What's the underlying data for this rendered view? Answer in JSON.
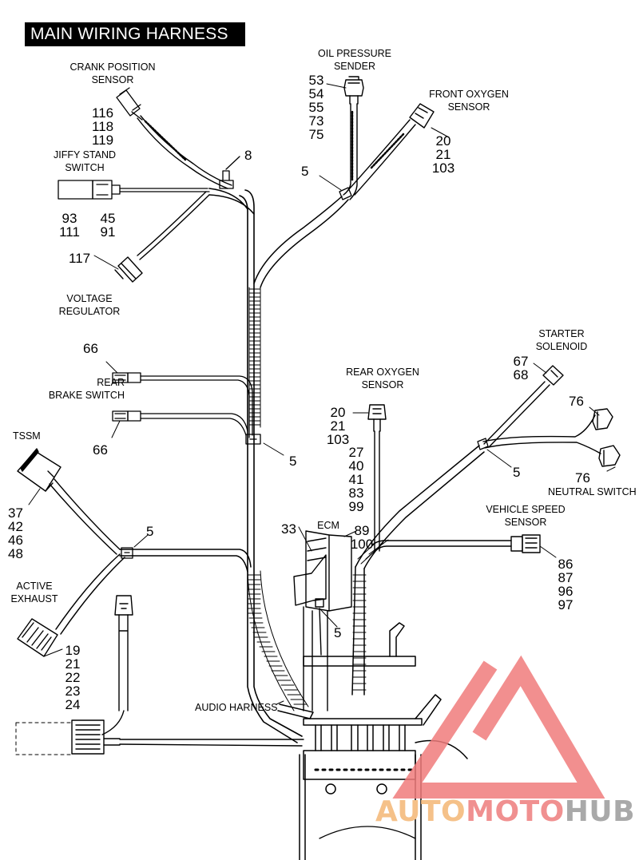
{
  "title": "MAIN WIRING HARNESS",
  "labels": {
    "crank_position_sensor": [
      "CRANK POSITION",
      "SENSOR"
    ],
    "oil_pressure_sender": [
      "OIL PRESSURE",
      "SENDER"
    ],
    "front_oxygen_sensor": [
      "FRONT OXYGEN",
      "SENSOR"
    ],
    "jiffy_stand_switch": [
      "JIFFY STAND",
      "SWITCH"
    ],
    "voltage_regulator": [
      "VOLTAGE",
      "REGULATOR"
    ],
    "rear_brake_switch": [
      "REAR",
      "BRAKE SWITCH"
    ],
    "starter_solenoid": [
      "STARTER",
      "SOLENOID"
    ],
    "rear_oxygen_sensor": [
      "REAR OXYGEN",
      "SENSOR"
    ],
    "tssm": "TSSM",
    "neutral_switch": "NEUTRAL SWITCH",
    "vehicle_speed_sensor": [
      "VEHICLE SPEED",
      "SENSOR"
    ],
    "ecm": "ECM",
    "active_exhaust": [
      "ACTIVE",
      "EXHAUST"
    ],
    "audio_harness": "AUDIO HARNESS"
  },
  "callouts": {
    "crank": [
      "116",
      "118",
      "119"
    ],
    "oil": [
      "53",
      "54",
      "55",
      "73",
      "75"
    ],
    "front_o2": [
      "20",
      "21",
      "103"
    ],
    "jiffy_left": [
      "93",
      "111"
    ],
    "jiffy_right": [
      "45",
      "91"
    ],
    "clip_8": "8",
    "five_front": "5",
    "voltage_reg": "117",
    "brake_top": "66",
    "brake_bottom": "66",
    "five_mid": "5",
    "starter": [
      "67",
      "68"
    ],
    "neutral_top": "76",
    "neutral_bottom": "76",
    "five_right": "5",
    "rear_o2": [
      "20",
      "21",
      "103"
    ],
    "ecm_list": [
      "27",
      "40",
      "41",
      "83",
      "99"
    ],
    "tssm": [
      "37",
      "42",
      "46",
      "48"
    ],
    "five_left": "5",
    "ecm_33": "33",
    "ecm_89_100": [
      "89",
      "100"
    ],
    "vss": [
      "86",
      "87",
      "96",
      "97"
    ],
    "five_ecm": "5",
    "active_exhaust": [
      "19",
      "21",
      "22",
      "23",
      "24"
    ]
  },
  "watermark": {
    "text_a": "AUTO",
    "text_b": "MOTO",
    "text_c": "HUB",
    "colors": {
      "a": "#f5c189",
      "b": "#f09090",
      "c": "#a9a9a9",
      "triangle": "#f07b7b"
    }
  }
}
